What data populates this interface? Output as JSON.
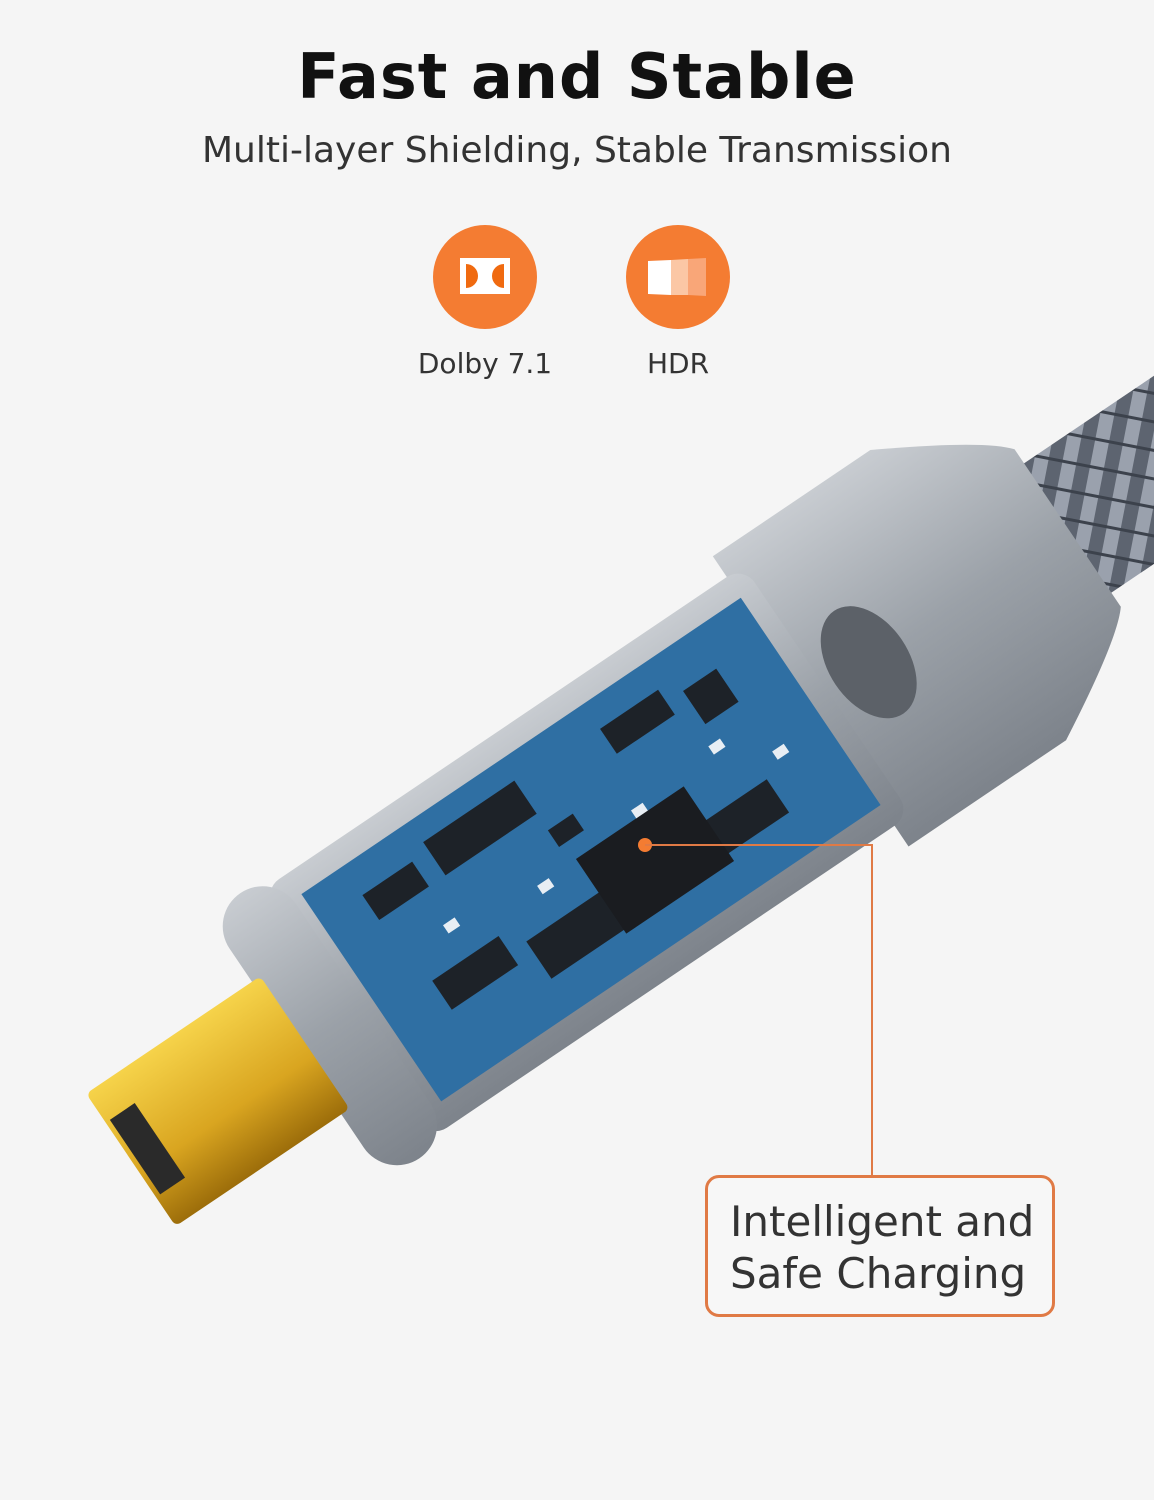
{
  "header": {
    "title": "Fast and Stable",
    "subtitle": "Multi-layer Shielding, Stable Transmission"
  },
  "features": [
    {
      "label": "Dolby 7.1",
      "icon": "dolby-icon"
    },
    {
      "label": "HDR",
      "icon": "hdr-icon"
    }
  ],
  "callout": {
    "line1": "Intelligent and",
    "line2": "Safe Charging"
  },
  "colors": {
    "accent": "#f47c32",
    "background": "#f5f5f5",
    "pcb": "#2f6fa3",
    "gold": "#d9a520"
  }
}
